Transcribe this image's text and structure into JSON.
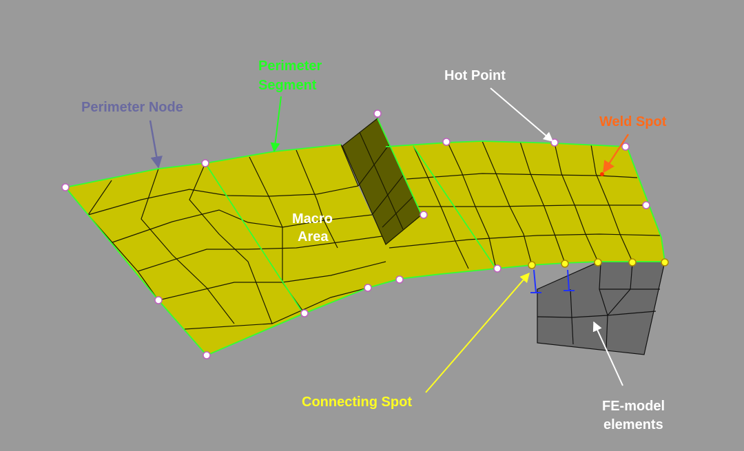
{
  "colors": {
    "background": "#9a9a9a",
    "macro_fill": "#c9c400",
    "flange_fill": "#5c5c00",
    "perimeter": "#33ff33",
    "mesh": "#1a1a00",
    "fe_fill": "#6a6a6a",
    "perimeter_node_label": "#6a6aa0",
    "perimeter_segment_label": "#22ff22",
    "hot_point_label": "#ffffff",
    "weld_spot_label": "#ff6a1a",
    "macro_area_label": "#ffffff",
    "connecting_spot_label": "#ffff22",
    "fe_label": "#ffffff"
  },
  "labels": {
    "perimeter_node": "Perimeter Node",
    "perimeter_segment_1": "Perimeter",
    "perimeter_segment_2": "Segment",
    "hot_point": "Hot Point",
    "weld_spot": "Weld Spot",
    "macro_area_1": "Macro",
    "macro_area_2": "Area",
    "connecting_spot": "Connecting Spot",
    "fe_model_1": "FE-model",
    "fe_model_2": "elements"
  },
  "icons": {
    "node_marker": "perimeter-node-marker-icon",
    "spot_marker": "connecting-spot-marker-icon",
    "weld_marker": "weld-spot-marker-icon"
  }
}
